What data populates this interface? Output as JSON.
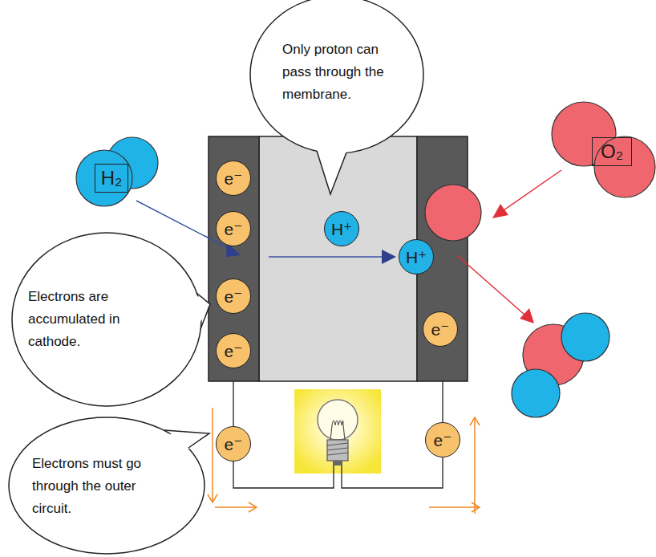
{
  "diagram": {
    "nodes": [
      {
        "text": [
          "Only proton can pass through the membrane."
        ]
      },
      {
        "text": [
          "H₂"
        ]
      },
      {
        "text": [
          "O₂"
        ]
      },
      {
        "text": [
          "e⁻"
        ]
      },
      {
        "text": [
          "e⁻"
        ]
      },
      {
        "text": [
          "H⁺"
        ]
      },
      {
        "text": [
          "H⁺"
        ]
      },
      {
        "text": [
          "Electrons are accumulated in cathode."
        ]
      },
      {
        "text": [
          "e⁻"
        ]
      },
      {
        "text": [
          "e⁻"
        ]
      },
      {
        "text": [
          "e⁻"
        ]
      },
      {
        "text": [
          "Electrons must go through the outer circuit."
        ]
      },
      {
        "text": [
          "e⁻"
        ]
      },
      {
        "text": [
          "e⁻"
        ]
      }
    ]
  }
}
